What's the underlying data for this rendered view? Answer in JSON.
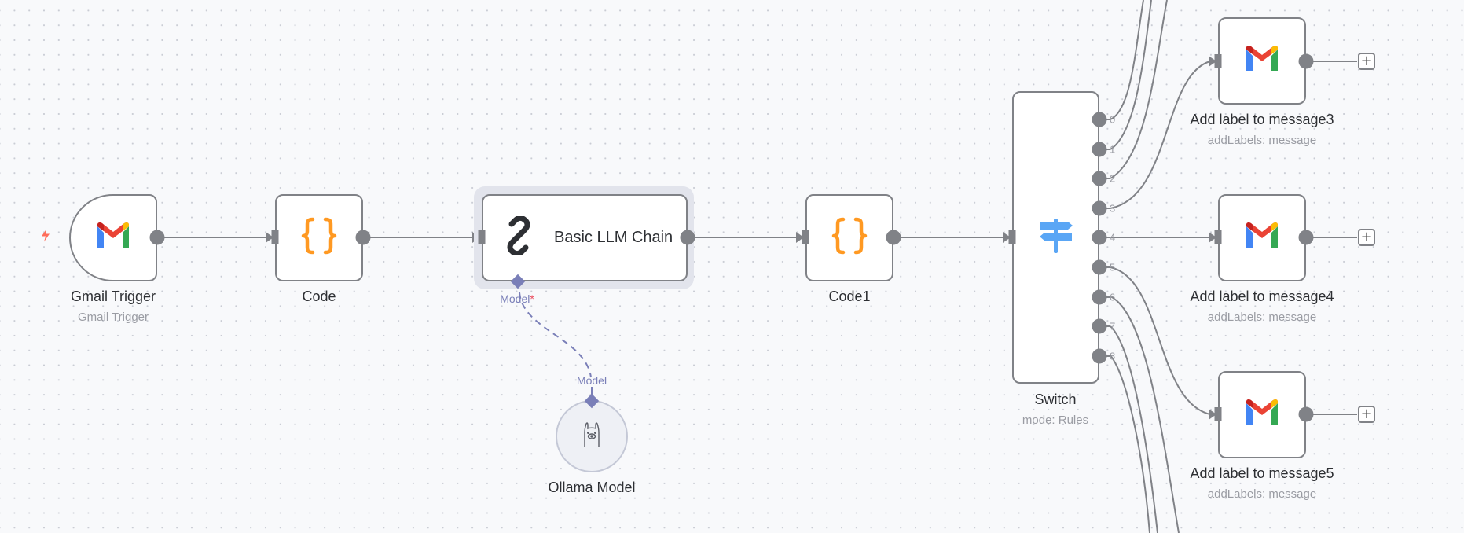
{
  "canvas": {
    "background": "#f8f9fb",
    "edge_color": "#808287",
    "ai_connection_color": "#7a7fb8"
  },
  "nodes": {
    "gmail_trigger": {
      "title": "Gmail Trigger",
      "subtitle": "Gmail Trigger",
      "icon": "gmail-icon",
      "trigger_icon": "bolt-icon"
    },
    "code": {
      "title": "Code",
      "icon": "code-braces-icon"
    },
    "llm_chain": {
      "title": "Basic LLM Chain",
      "icon": "link-chain-icon",
      "input_label": "Model",
      "required_mark": "*"
    },
    "ollama": {
      "title": "Ollama Model",
      "icon": "llama-icon",
      "output_label": "Model"
    },
    "code1": {
      "title": "Code1",
      "icon": "code-braces-icon"
    },
    "switch": {
      "title": "Switch",
      "subtitle": "mode: Rules",
      "icon": "signpost-icon",
      "outputs": [
        "0",
        "1",
        "2",
        "3",
        "4",
        "5",
        "6",
        "7",
        "8"
      ]
    },
    "msg3": {
      "title": "Add label to message3",
      "subtitle": "addLabels: message",
      "icon": "gmail-icon"
    },
    "msg4": {
      "title": "Add label to message4",
      "subtitle": "addLabels: message",
      "icon": "gmail-icon"
    },
    "msg5": {
      "title": "Add label to message5",
      "subtitle": "addLabels: message",
      "icon": "gmail-icon"
    }
  },
  "add_button_label": "+",
  "colors": {
    "code_icon": "#ff9922",
    "switch_icon": "#5aa6f5",
    "trigger_bolt": "#ff6d5a",
    "required": "#ea4b5c"
  }
}
